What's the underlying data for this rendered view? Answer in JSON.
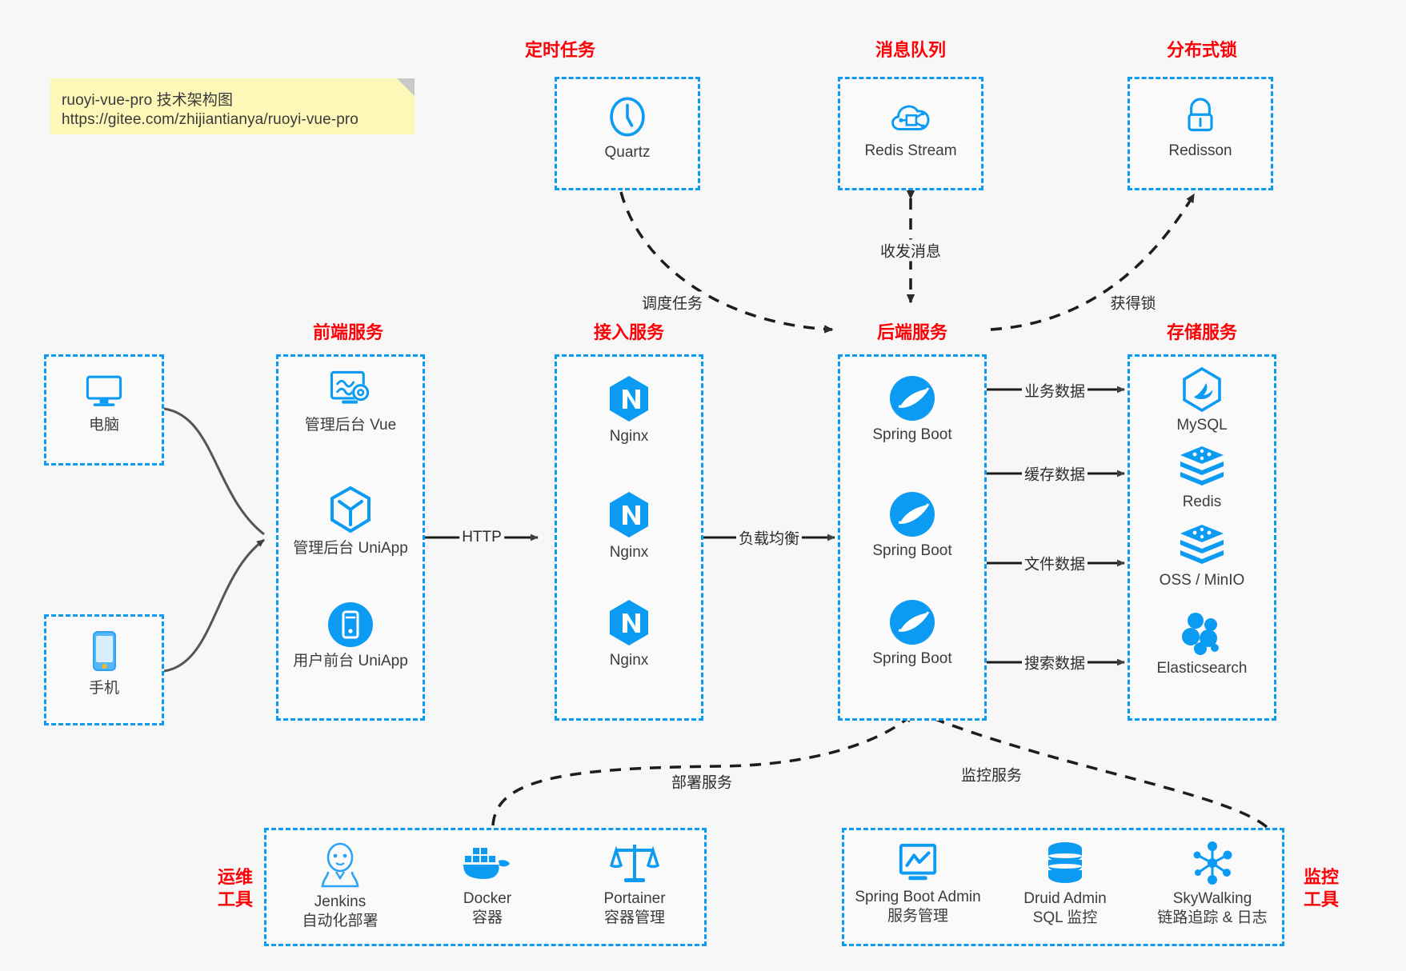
{
  "note": {
    "line1": "ruoyi-vue-pro 技术架构图",
    "line2": "https://gitee.com/zhijiantianya/ruoyi-vue-pro"
  },
  "colors": {
    "accent": "#0c9bf3",
    "title": "#fa0207",
    "text": "#3c3c3c",
    "edge": "#4d4d4d",
    "background": "#f7f7f7",
    "note_bg": "#fdf7b8"
  },
  "groups": {
    "scheduled_task": {
      "title": "定时任务",
      "nodes": [
        {
          "icon": "clock-icon",
          "label": "Quartz"
        }
      ]
    },
    "message_queue": {
      "title": "消息队列",
      "nodes": [
        {
          "icon": "cloud-network-icon",
          "label": "Redis Stream"
        }
      ]
    },
    "distributed_lock": {
      "title": "分布式锁",
      "nodes": [
        {
          "icon": "lock-icon",
          "label": "Redisson"
        }
      ]
    },
    "clients": {
      "nodes": [
        {
          "icon": "desktop-icon",
          "label": "电脑"
        },
        {
          "icon": "mobile-phone-icon",
          "label": "手机"
        }
      ]
    },
    "frontend": {
      "title": "前端服务",
      "nodes": [
        {
          "icon": "dashboard-gear-icon",
          "label": "管理后台 Vue"
        },
        {
          "icon": "cube-icon",
          "label": "管理后台 UniApp"
        },
        {
          "icon": "app-circle-icon",
          "label": "用户前台 UniApp"
        }
      ]
    },
    "gateway": {
      "title": "接入服务",
      "nodes": [
        {
          "icon": "nginx-icon",
          "label": "Nginx"
        },
        {
          "icon": "nginx-icon",
          "label": "Nginx"
        },
        {
          "icon": "nginx-icon",
          "label": "Nginx"
        }
      ]
    },
    "backend": {
      "title": "后端服务",
      "nodes": [
        {
          "icon": "spring-boot-icon",
          "label": "Spring Boot"
        },
        {
          "icon": "spring-boot-icon",
          "label": "Spring Boot"
        },
        {
          "icon": "spring-boot-icon",
          "label": "Spring Boot"
        }
      ]
    },
    "storage": {
      "title": "存储服务",
      "nodes": [
        {
          "icon": "mysql-icon",
          "label": "MySQL"
        },
        {
          "icon": "redis-icon",
          "label": "Redis"
        },
        {
          "icon": "oss-icon",
          "label": "OSS / MinIO"
        },
        {
          "icon": "elasticsearch-icon",
          "label": "Elasticsearch"
        }
      ]
    },
    "devops": {
      "title": "运维\n工具",
      "title_line1": "运维",
      "title_line2": "工具",
      "nodes": [
        {
          "icon": "jenkins-icon",
          "label": "Jenkins",
          "sub": "自动化部署"
        },
        {
          "icon": "docker-icon",
          "label": "Docker",
          "sub": "容器"
        },
        {
          "icon": "portainer-icon",
          "label": "Portainer",
          "sub": "容器管理"
        }
      ]
    },
    "monitor": {
      "title_line1": "监控",
      "title_line2": "工具",
      "nodes": [
        {
          "icon": "monitor-chart-icon",
          "label": "Spring Boot Admin",
          "sub": "服务管理"
        },
        {
          "icon": "database-icon",
          "label": "Druid Admin",
          "sub": "SQL 监控"
        },
        {
          "icon": "skywalking-icon",
          "label": "SkyWalking",
          "sub": "链路追踪 & 日志"
        }
      ]
    }
  },
  "edges": [
    {
      "id": "http",
      "label": "HTTP"
    },
    {
      "id": "load-balance",
      "label": "负载均衡"
    },
    {
      "id": "schedule-task",
      "label": "调度任务"
    },
    {
      "id": "send-receive-message",
      "label": "收发消息"
    },
    {
      "id": "acquire-lock",
      "label": "获得锁"
    },
    {
      "id": "business-data",
      "label": "业务数据"
    },
    {
      "id": "cache-data",
      "label": "缓存数据"
    },
    {
      "id": "file-data",
      "label": "文件数据"
    },
    {
      "id": "search-data",
      "label": "搜索数据"
    },
    {
      "id": "deploy-service",
      "label": "部署服务"
    },
    {
      "id": "monitor-service",
      "label": "监控服务"
    }
  ]
}
